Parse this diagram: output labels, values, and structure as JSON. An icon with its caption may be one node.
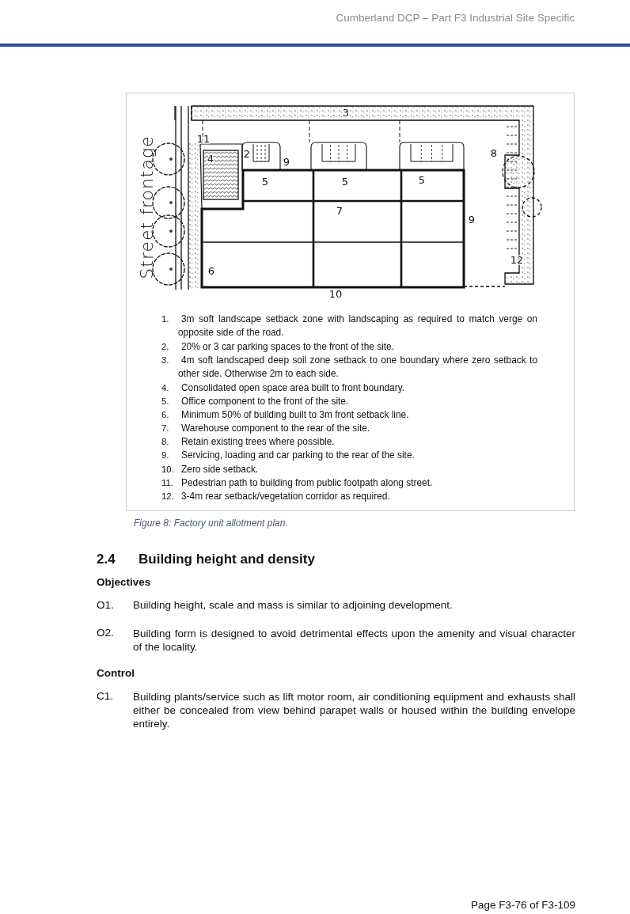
{
  "diagram": {
    "caption": "Figure 8: Factory unit allotment plan.",
    "labels": [
      "Cumberland DCP – Part F3 Industrial Site Specific",
      "Street frontage",
      "3",
      "11",
      "2",
      "8",
      "4",
      "9",
      "5",
      "5",
      "5",
      "7",
      "9",
      "12",
      "6",
      "10",
      "1.",
      "3m soft landscape setback zone with landscaping as required to match verge on opposite side of the road.",
      "2.",
      "20% or 3 car parking spaces to the front of the site.",
      "3.",
      "4m soft landscaped deep soil zone setback to one boundary where zero setback to other side. Otherwise 2m to each side.",
      "4.",
      "Consolidated open space area built to front boundary.",
      "5.",
      "Office component to the front of the site.",
      "6.",
      "Minimum 50% of building built to 3m front setback line.",
      "7.",
      "Warehouse component to the rear of the site.",
      "8.",
      "Retain existing trees where possible.",
      "9.",
      "Servicing, loading and car parking to the rear of the site.",
      "10.",
      "Zero side setback.",
      "11.",
      "Pedestrian path to building from public footpath along street.",
      "12.",
      "3-4m rear setback/vegetation corridor as required.",
      "2.4",
      "Building height and density",
      "Objectives",
      "O1.",
      "Building height, scale and mass is similar to adjoining development.",
      "O2.",
      "Building form is designed to avoid detrimental effects upon the amenity and visual character of the locality.",
      "Control",
      "C1.",
      "Building plants/service such as lift motor room, air conditioning equipment and exhausts shall either be concealed from view behind parapet walls or housed within the building envelope entirely.",
      "Page F3-76 of F3-109"
    ]
  }
}
